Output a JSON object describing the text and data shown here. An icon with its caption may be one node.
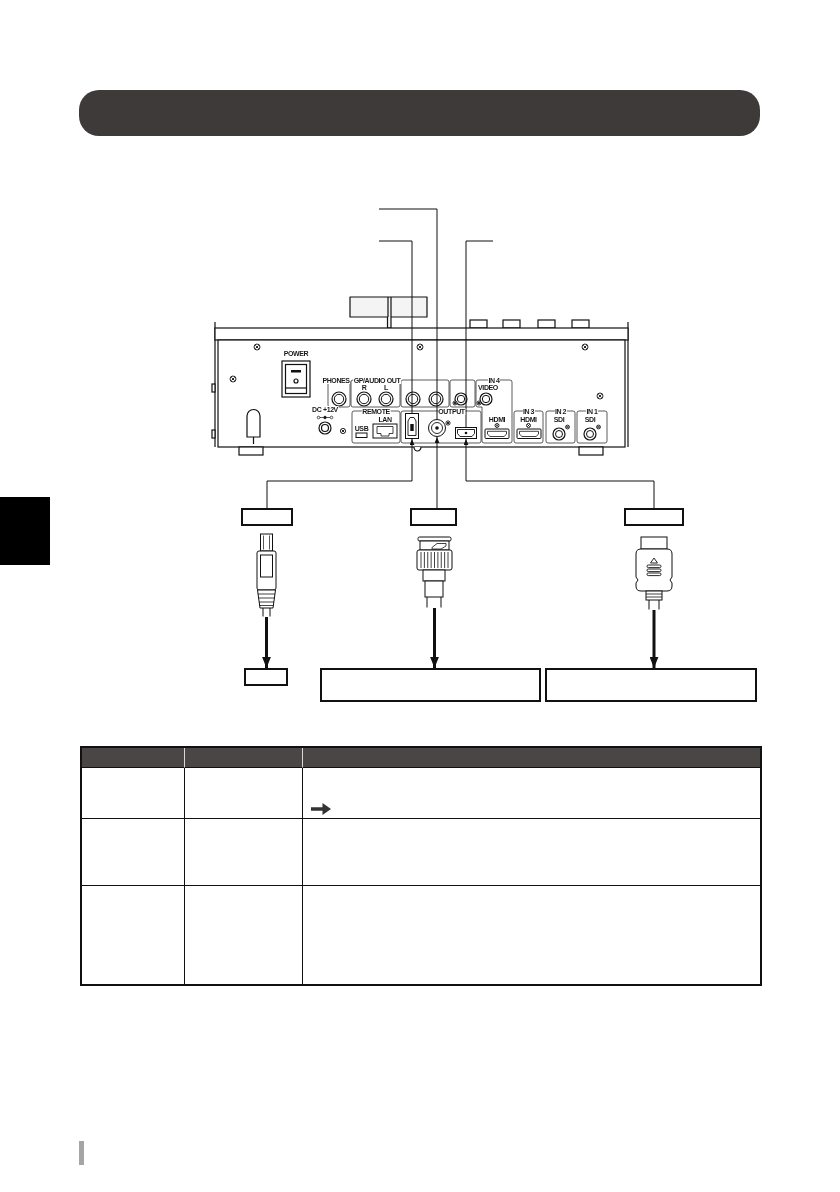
{
  "diagram": {
    "nodes": [
      {
        "text": [],
        "shape": "bar"
      },
      {
        "text": [],
        "shape": "box"
      },
      {
        "text": [],
        "shape": "circle"
      },
      {
        "text": [],
        "shape": "box"
      },
      {
        "text": [],
        "shape": "box"
      },
      {
        "text": [],
        "shape": "box"
      },
      {
        "text": [],
        "shape": "box"
      },
      {
        "text": [],
        "shape": "picture"
      },
      {
        "text": [],
        "shape": "picture"
      },
      {
        "text": [],
        "shape": "picture"
      },
      {
        "text": [],
        "shape": "box"
      },
      {
        "text": [],
        "shape": "box"
      },
      {
        "text": [],
        "shape": "box"
      }
    ],
    "edges": [
      {
        "from": null,
        "to": 2,
        "arrow": "none"
      },
      {
        "from": null,
        "to": 1,
        "arrow": "none"
      },
      {
        "from": null,
        "to": 3,
        "arrow": "none"
      },
      {
        "from": 4,
        "to": 1,
        "arrow": "to"
      },
      {
        "from": 5,
        "to": 2,
        "arrow": "to"
      },
      {
        "from": 6,
        "to": 3,
        "arrow": "to"
      },
      {
        "from": 7,
        "to": 10,
        "arrow": "to",
        "style": "thick"
      },
      {
        "from": 8,
        "to": 11,
        "arrow": "to",
        "style": "thick"
      },
      {
        "from": 9,
        "to": 12,
        "arrow": "to",
        "style": "thick"
      }
    ],
    "labels": [
      "POWER",
      "PHONES",
      "GP/AUDIO OUT",
      "IN 4",
      "R",
      "L",
      "VIDEO",
      "DC +12V",
      "REMOTE",
      "OUTPUT",
      "IN 3",
      "IN 2",
      "IN 1",
      "LAN",
      "HDMI",
      "HDMI",
      "SDI",
      "SDI",
      "USB"
    ]
  }
}
